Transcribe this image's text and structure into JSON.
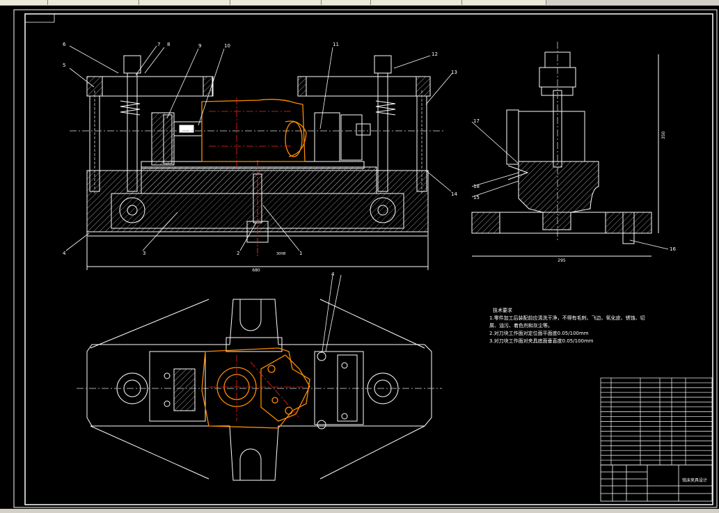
{
  "toolbar": {
    "segments": [
      "",
      "",
      "",
      "",
      "",
      "",
      ""
    ]
  },
  "drawing": {
    "part_numbers": [
      "1",
      "2",
      "3",
      "4",
      "5",
      "6",
      "7",
      "8",
      "9",
      "10",
      "11",
      "12",
      "13",
      "14",
      "15",
      "16",
      "17",
      "18"
    ],
    "dims": {
      "overall_width": "680",
      "side_width": "295",
      "side_height": "350",
      "fit": "30H8",
      "hole_label": "4"
    },
    "tech_req": {
      "title": "技术要求",
      "lines": [
        "1.零件加工后装配前应清洗干净，不得有毛刺、飞边、氧化皮、锈蚀、切",
        "  屑、油污、着色剂和灰尘等。",
        "2.对刀块工作面对定位面平面度0.05/100mm",
        "3.对刀块工作面对夹具底面垂直度0.05/100mm"
      ]
    },
    "title_block": {
      "name": "铣床夹具设计",
      "company": ""
    }
  },
  "status": {
    "text": ""
  },
  "colors": {
    "line": "#ffffff",
    "part": "#ff8c00",
    "center": "#ff2020",
    "hatch": "#9a9a9a",
    "bg": "#000000"
  }
}
